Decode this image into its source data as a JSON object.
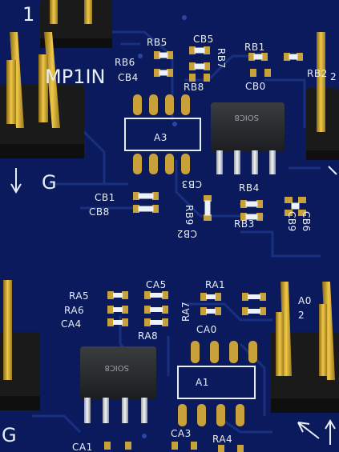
{
  "board": {
    "colors": {
      "board": "#0a1a5c",
      "trace": "#17307f",
      "silkscreen": "#e8eef7",
      "pad_gold": "#c9a13a",
      "header_plastic": "#1a1a1a",
      "ic_body": "#2a2c30"
    },
    "header_labels": {
      "top_left_partial": "1",
      "middle_left": "MP1IN",
      "left_g": "G",
      "bottom_left_g": "G",
      "right_edge_top": "2",
      "right_edge_ra0": "A0",
      "right_edge_ra2": "2"
    },
    "top_section": {
      "components": [
        "RB5",
        "CB5",
        "RB6",
        "CB4",
        "RB7",
        "RB8",
        "RB1",
        "CB0",
        "RB2"
      ],
      "footprint_label": "A3",
      "ic_label": "SOIC8",
      "lower_components": [
        "CB1",
        "CB8",
        "CB3",
        "RB9",
        "CB2",
        "RB4",
        "RB3",
        "CB9",
        "CB6"
      ]
    },
    "bottom_section": {
      "components": [
        "RA5",
        "CA5",
        "RA6",
        "CA4",
        "RA8",
        "RA7",
        "RA1",
        "CA0"
      ],
      "footprint_label": "A1",
      "ic_label": "SOIC8",
      "lower_components": [
        "CA1",
        "CA3",
        "RA4"
      ]
    }
  }
}
